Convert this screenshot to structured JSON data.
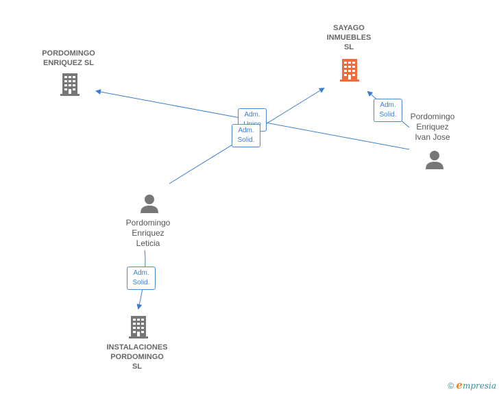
{
  "colors": {
    "link": "#3b7ed0",
    "company_default": "#777777",
    "company_highlight": "#f26b3a",
    "person": "#777777"
  },
  "companies": [
    {
      "id": "pordomingo-enriquez-sl",
      "lines": [
        "PORDOMINGO",
        "ENRIQUEZ SL"
      ],
      "highlight": false
    },
    {
      "id": "sayago-inmuebles-sl",
      "lines": [
        "SAYAGO",
        "INMUEBLES",
        "SL"
      ],
      "highlight": true
    },
    {
      "id": "instalaciones-pordomingo-sl",
      "lines": [
        "INSTALACIONES",
        "PORDOMINGO",
        "SL"
      ],
      "highlight": false
    }
  ],
  "persons": [
    {
      "id": "pordomingo-enriquez-ivan-jose",
      "lines": [
        "Pordomingo",
        "Enriquez",
        "Ivan Jose"
      ]
    },
    {
      "id": "pordomingo-enriquez-leticia",
      "lines": [
        "Pordomingo",
        "Enriquez",
        "Leticia"
      ]
    }
  ],
  "relations": [
    {
      "id": "ivan-to-pordomingo-sl",
      "line1": "Adm.",
      "line2": "Unico"
    },
    {
      "id": "leticia-to-sayago",
      "line1": "Adm.",
      "line2": "Solid."
    },
    {
      "id": "ivan-to-sayago",
      "line1": "Adm.",
      "line2": "Solid."
    },
    {
      "id": "leticia-to-instalaciones",
      "line1": "Adm.",
      "line2": "Solid."
    }
  ],
  "footer": {
    "copyright": "©",
    "brand_initial": "e",
    "brand_rest": "mpresia"
  }
}
